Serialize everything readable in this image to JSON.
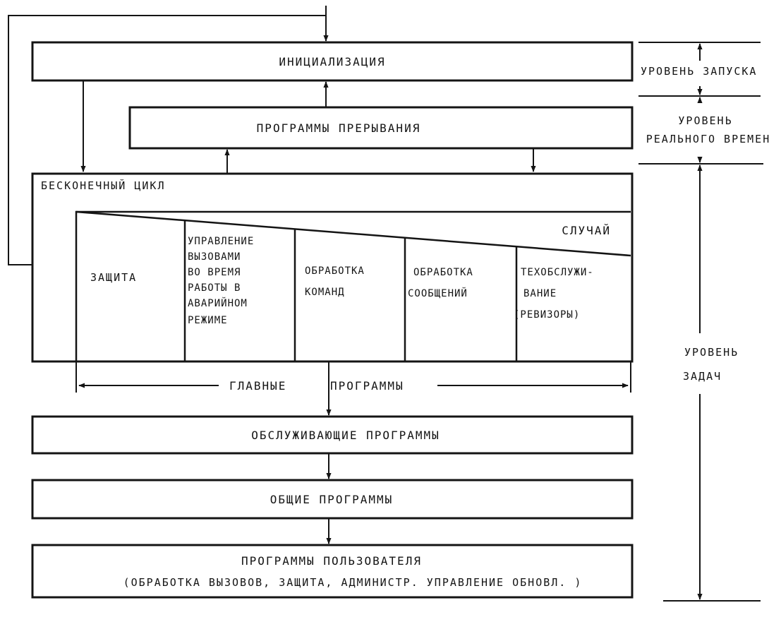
{
  "boxes": {
    "init": "ИНИЦИАЛИЗАЦИЯ",
    "interrupt": "ПРОГРАММЫ ПРЕРЫВАНИЯ",
    "loop": "БЕСКОНЕЧНЫЙ ЦИКЛ",
    "case": "СЛУЧАЙ",
    "service": "ОБСЛУЖИВАЮЩИЕ ПРОГРАММЫ",
    "general": "ОБЩИЕ ПРОГРАММЫ",
    "user_line1": "ПРОГРАММЫ ПОЛЬЗОВАТЕЛЯ",
    "user_line2": "(ОБРАБОТКА ВЫЗОВОВ, ЗАЩИТА, АДМИНИСТР. УПРАВЛЕНИЕ ОБНОВЛ. )"
  },
  "columns": [
    {
      "lines": [
        "ЗАЩИТА"
      ]
    },
    {
      "lines": [
        "УПРАВЛЕНИЕ",
        "ВЫЗОВАМИ",
        "ВО ВРЕМЯ",
        "РАБОТЫ В",
        "АВАРИЙНОМ",
        "РЕЖИМЕ"
      ]
    },
    {
      "lines": [
        "ОБРАБОТКА",
        "КОМАНД"
      ]
    },
    {
      "lines": [
        "ОБРАБОТКА",
        "СООБЩЕНИЙ"
      ]
    },
    {
      "lines": [
        "ТЕХОБСЛУЖИ-",
        "ВАНИЕ",
        "(РЕВИЗОРЫ)"
      ]
    }
  ],
  "main_programs": {
    "left": "ГЛАВНЫЕ",
    "right": "ПРОГРАММЫ"
  },
  "levels": {
    "startup": "УРОВЕНЬ ЗАПУСКА",
    "realtime_line1": "УРОВЕНЬ",
    "realtime_line2": "РЕАЛЬНОГО ВРЕМЕН",
    "tasks_line1": "УРОВЕНЬ",
    "tasks_line2": "ЗАДАЧ"
  }
}
